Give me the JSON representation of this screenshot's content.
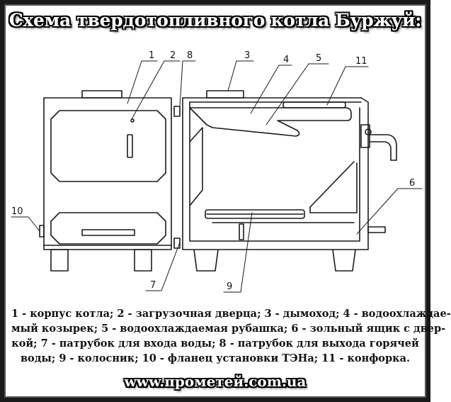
{
  "title": "Схема твердотопливного котла Буржуй:",
  "callouts": [
    "1",
    "2",
    "8",
    "3",
    "4",
    "5",
    "11",
    "6",
    "10",
    "7",
    "9"
  ],
  "legend_lines": [
    "1 - корпус котла; 2 - загрузочная дверца; 3 - дымоход; 4 - водоохлаждае-",
    "мый козырек; 5 - водоохлаждаемая рубашка; 6 - зольный ящик с двер-",
    "кой; 7 -  патрубок для входа воды; 8 - патрубок для выхода горячей",
    "воды; 9 - колосник; 10 - фланец установки ТЭНа; 11 - конфорка."
  ],
  "website": "www.прометей.com.ua",
  "colors": {
    "line": "#1a1a1a",
    "background": "#ffffff"
  }
}
